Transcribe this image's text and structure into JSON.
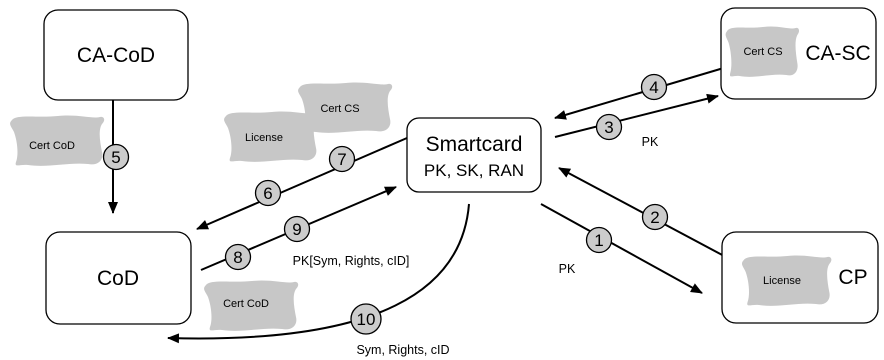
{
  "nodes": {
    "ca_cod": {
      "label": "CA-CoD"
    },
    "ca_sc": {
      "label": "CA-SC"
    },
    "smartcard": {
      "label": "Smartcard",
      "sublabel": "PK, SK, RAN"
    },
    "cod": {
      "label": "CoD"
    },
    "cp": {
      "label": "CP"
    }
  },
  "documents": {
    "cert_cod_left": "Cert CoD",
    "cert_cod_bottom": "Cert CoD",
    "license_top": "License",
    "cert_cs_top": "Cert CS",
    "cert_cs_right": "Cert CS",
    "license_cp": "License"
  },
  "steps": [
    "1",
    "2",
    "3",
    "4",
    "5",
    "6",
    "7",
    "8",
    "9",
    "10"
  ],
  "edge_labels": {
    "pk_step1": "PK",
    "pk_step3": "PK",
    "pk_sym": "PK[Sym, Rights, cID]",
    "sym_rights": "Sym, Rights, cID"
  },
  "colors": {
    "document_fill": "#c7c7c7",
    "step_fill": "#cccccc",
    "line": "#000000"
  }
}
